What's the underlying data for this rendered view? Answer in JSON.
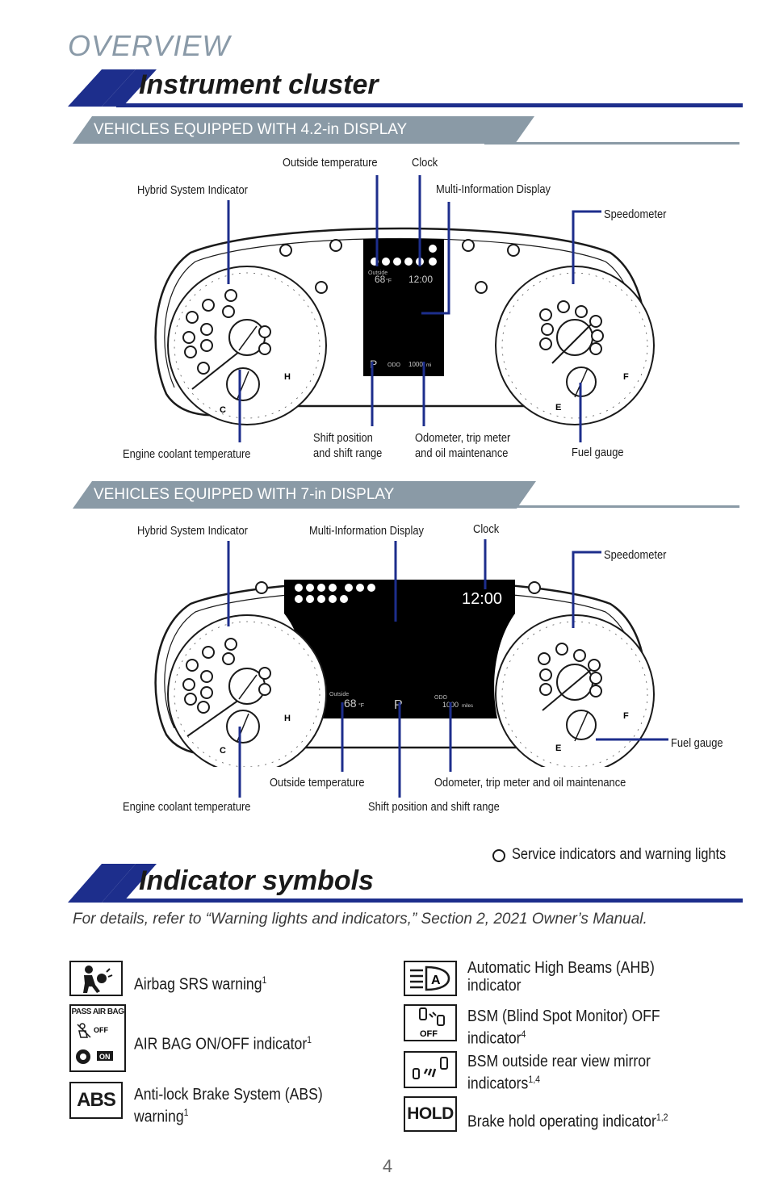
{
  "page": {
    "section": "OVERVIEW",
    "page_number": "4"
  },
  "instrument_cluster": {
    "title": "Instrument cluster",
    "display_42": {
      "band": "VEHICLES EQUIPPED WITH 4.2-in DISPLAY",
      "labels": {
        "hybrid": "Hybrid System Indicator",
        "outside_temp": "Outside temperature",
        "clock": "Clock",
        "mid": "Multi-Information Display",
        "speedometer": "Speedometer",
        "coolant": "Engine coolant temperature",
        "shift_l1": "Shift position",
        "shift_l2": "and shift range",
        "odo_l1": "Odometer, trip meter",
        "odo_l2": "and oil maintenance",
        "fuel": "Fuel gauge"
      },
      "screen": {
        "outside": "Outside",
        "temp": "68",
        "temp_unit": "°F",
        "time": "12:00",
        "gear": "P",
        "odo": "ODO",
        "miles": "1000",
        "miles_unit": "mi"
      }
    },
    "display_7": {
      "band": "VEHICLES EQUIPPED WITH 7-in DISPLAY",
      "labels": {
        "hybrid": "Hybrid System Indicator",
        "mid": "Multi-Information Display",
        "clock": "Clock",
        "speedometer": "Speedometer",
        "fuel": "Fuel gauge",
        "outside_temp": "Outside temperature",
        "odo": "Odometer, trip meter and oil maintenance",
        "coolant": "Engine coolant temperature",
        "shift": "Shift position and shift range"
      },
      "screen": {
        "outside": "Outside",
        "temp": "68",
        "temp_unit": "°F",
        "time": "12:00",
        "gear": "P",
        "odo": "ODO",
        "miles": "1000",
        "miles_unit": "miles"
      }
    },
    "gauge_marks": {
      "cold": "C",
      "hot": "H",
      "empty": "E",
      "full": "F"
    },
    "legend": "Service indicators and warning lights"
  },
  "indicator_symbols": {
    "title": "Indicator symbols",
    "note": "For details, refer to “Warning lights and indicators,” Section 2, 2021 Owner’s Manual.",
    "passenger_airbag_text": {
      "title": "PASS AIR BAG",
      "off": "OFF",
      "on": "ON"
    },
    "abs_text": "ABS",
    "hold_text": "HOLD",
    "bsm_off_text": "OFF",
    "ahb_letter": "A",
    "left": [
      {
        "label": "Airbag SRS warning",
        "sup": "1",
        "icon": "airbag-person-icon"
      },
      {
        "label": "AIR BAG ON/OFF indicator",
        "sup": "1",
        "icon": "passenger-airbag-icon"
      },
      {
        "label_l1": "Anti-lock Brake System (ABS)",
        "label_l2": "warning",
        "sup": "1",
        "icon": "abs-icon"
      }
    ],
    "right": [
      {
        "label_l1": "Automatic High Beams (AHB)",
        "label_l2": "indicator",
        "icon": "ahb-icon"
      },
      {
        "label_l1": "BSM (Blind Spot Monitor) OFF",
        "label_l2": "indicator",
        "sup": "4",
        "icon": "bsm-off-icon"
      },
      {
        "label_l1": "BSM outside rear view mirror",
        "label_l2": "indicators",
        "sup": "1,4",
        "icon": "bsm-mirror-icon"
      },
      {
        "label": "Brake hold operating indicator",
        "sup": "1,2",
        "icon": "hold-icon"
      }
    ]
  },
  "colors": {
    "navy": "#1d2e8c",
    "band_gray": "#8a9aa6",
    "leader_blue": "#1d2e8c",
    "screen_black": "#000000"
  }
}
